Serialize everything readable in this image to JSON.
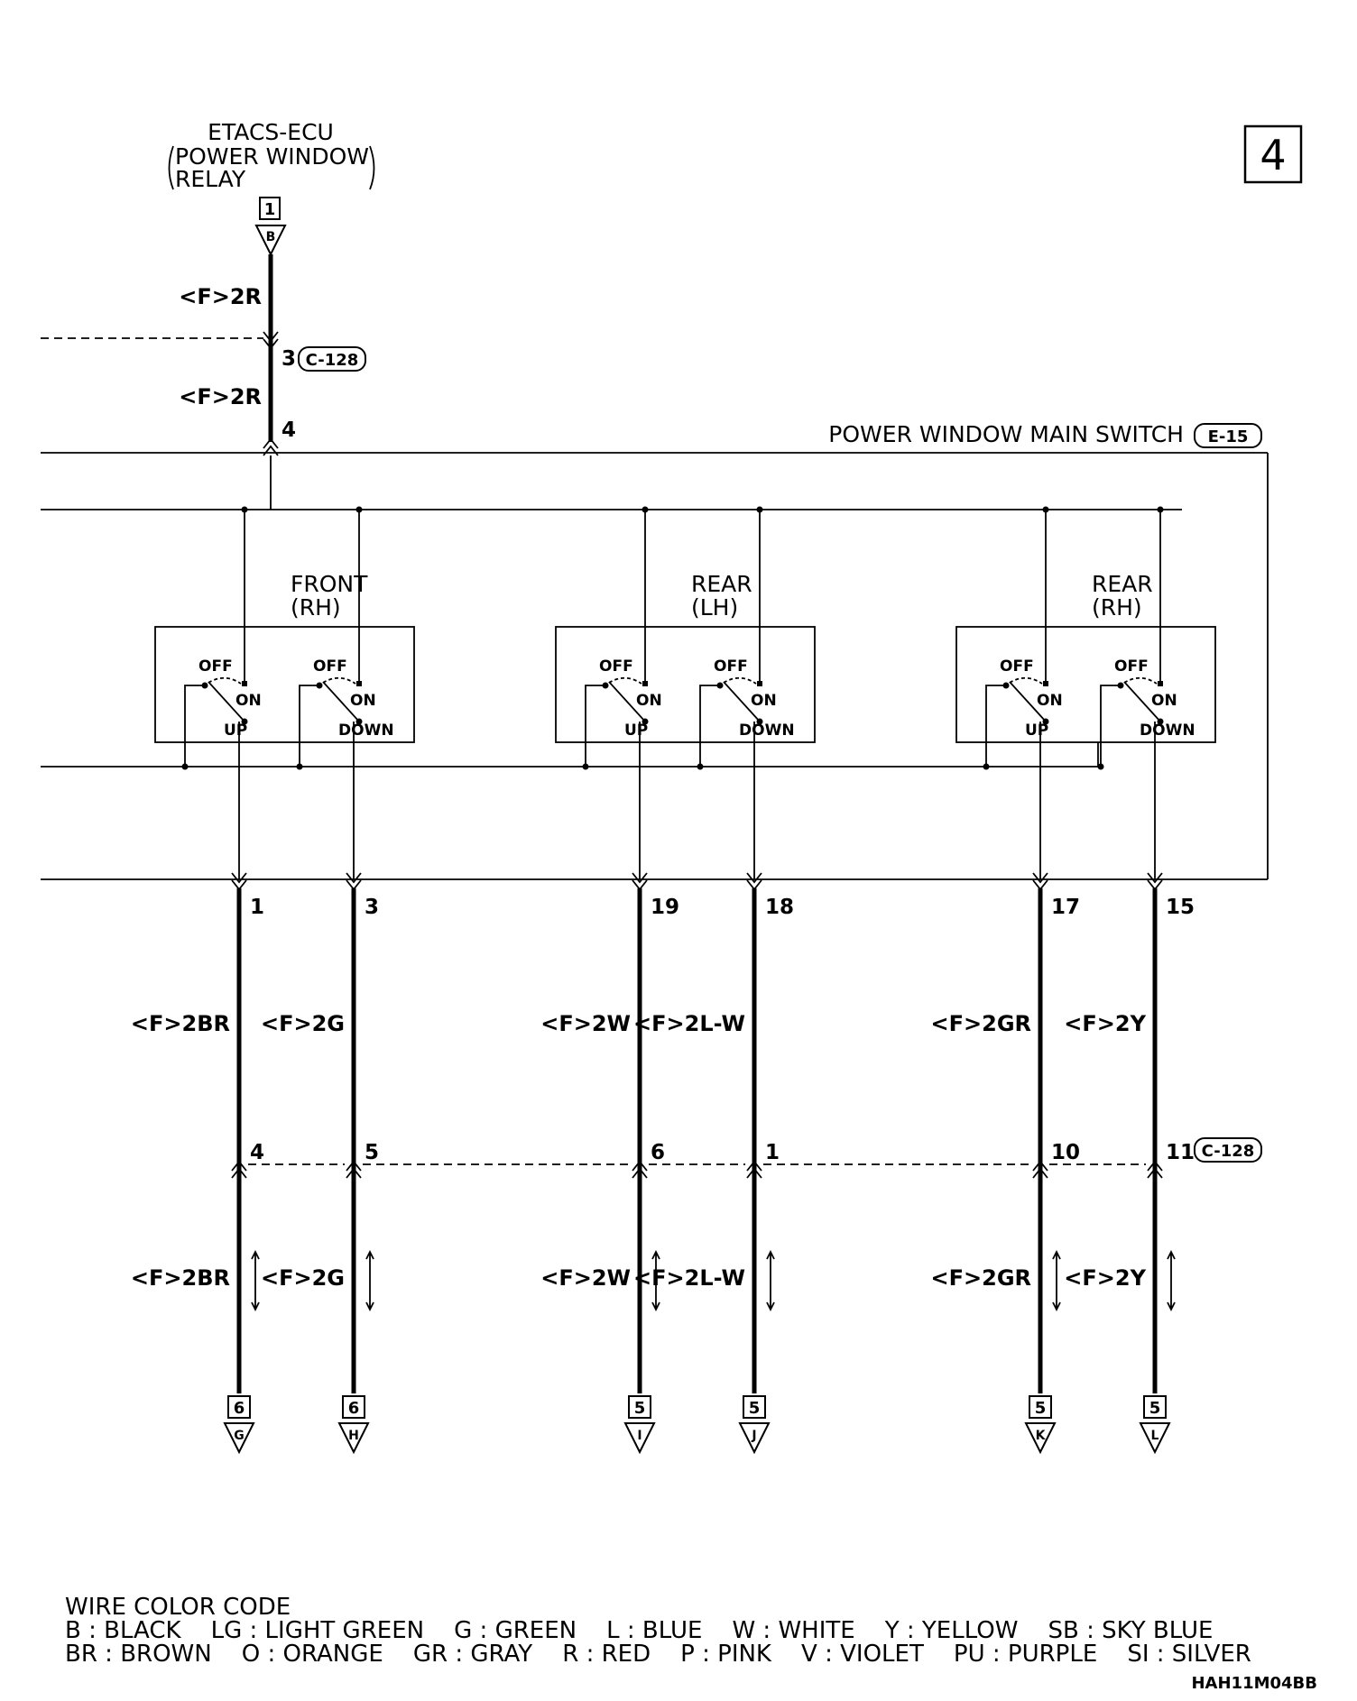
{
  "sheet_number": "4",
  "ecu": {
    "line1": "ETACS-ECU",
    "line2": "POWER WINDOW",
    "line3": "RELAY",
    "page_ref": "1",
    "ref_letter": "B"
  },
  "top_wires": {
    "upper_label": "<F>2R",
    "lower_label": "<F>2R"
  },
  "connector_c128": "C-128",
  "connector_e15": "E-15",
  "main_switch_title": "POWER WINDOW MAIN SWITCH",
  "top_pins": {
    "c128_pin": "3",
    "switch_pin": "4"
  },
  "switch_terms": {
    "off": "OFF",
    "on": "ON",
    "up": "UP",
    "down": "DOWN"
  },
  "switch_groups": [
    {
      "title1": "FRONT",
      "title2": "(RH)"
    },
    {
      "title1": "REAR",
      "title2": "(LH)"
    },
    {
      "title1": "REAR",
      "title2": "(RH)"
    }
  ],
  "output_wires": [
    {
      "switch_pin": "1",
      "label": "<F>2BR",
      "c128_pin": "4",
      "page_ref": "6",
      "ref_letter": "G"
    },
    {
      "switch_pin": "3",
      "label": "<F>2G",
      "c128_pin": "5",
      "page_ref": "6",
      "ref_letter": "H"
    },
    {
      "switch_pin": "19",
      "label": "<F>2W",
      "c128_pin": "6",
      "page_ref": "5",
      "ref_letter": "I"
    },
    {
      "switch_pin": "18",
      "label": "<F>2L-W",
      "c128_pin": "1",
      "page_ref": "5",
      "ref_letter": "J"
    },
    {
      "switch_pin": "17",
      "label": "<F>2GR",
      "c128_pin": "10",
      "page_ref": "5",
      "ref_letter": "K"
    },
    {
      "switch_pin": "15",
      "label": "<F>2Y",
      "c128_pin": "11",
      "page_ref": "5",
      "ref_letter": "L"
    }
  ],
  "legend": {
    "title": "WIRE COLOR CODE",
    "line1": "B : BLACK    LG : LIGHT GREEN    G : GREEN    L : BLUE    W : WHITE    Y : YELLOW    SB : SKY BLUE",
    "line2": "BR : BROWN    O : ORANGE    GR : GRAY    R : RED    P : PINK    V : VIOLET    PU : PURPLE    SI : SILVER"
  },
  "figure_code": "HAH11M04BB"
}
